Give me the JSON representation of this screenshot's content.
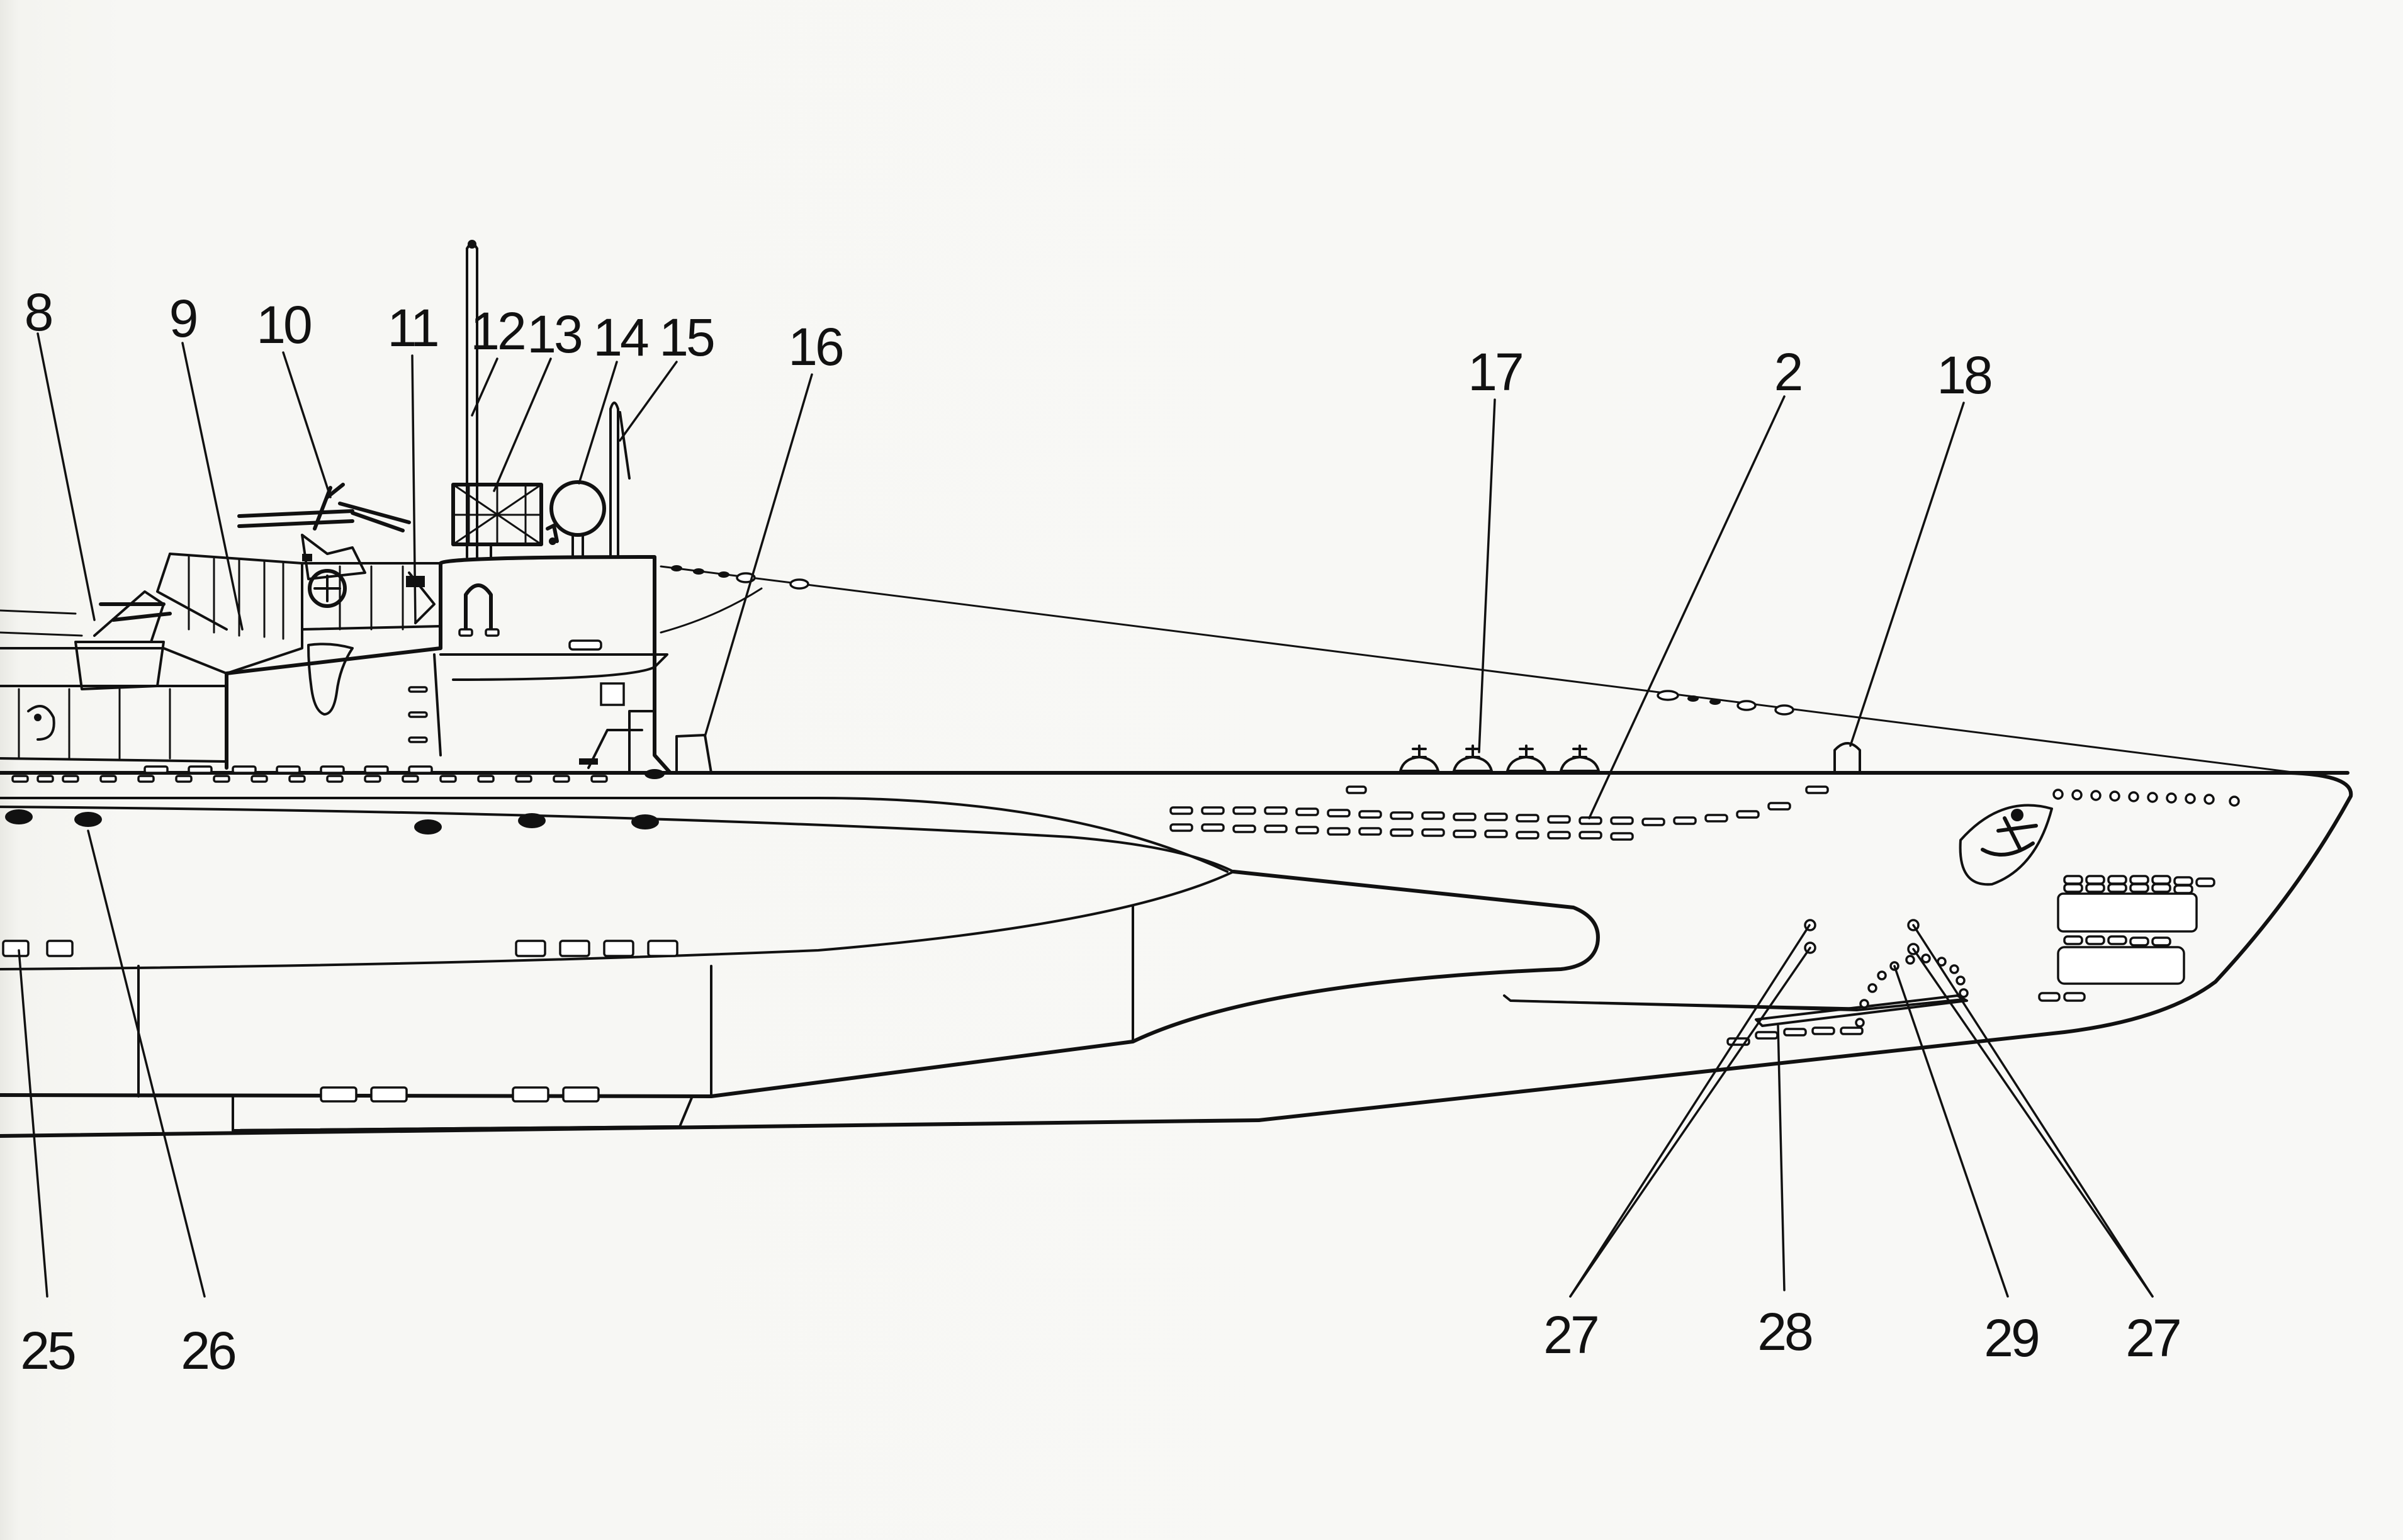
{
  "callouts": [
    {
      "id": "c8",
      "label": "8"
    },
    {
      "id": "c9",
      "label": "9"
    },
    {
      "id": "c10",
      "label": "10"
    },
    {
      "id": "c11",
      "label": "11"
    },
    {
      "id": "c12",
      "label": "12"
    },
    {
      "id": "c13",
      "label": "13"
    },
    {
      "id": "c14",
      "label": "14"
    },
    {
      "id": "c15",
      "label": "15"
    },
    {
      "id": "c16",
      "label": "16"
    },
    {
      "id": "c17",
      "label": "17"
    },
    {
      "id": "c2",
      "label": "2"
    },
    {
      "id": "c18",
      "label": "18"
    },
    {
      "id": "c25",
      "label": "25"
    },
    {
      "id": "c26",
      "label": "26"
    },
    {
      "id": "c27a",
      "label": "27"
    },
    {
      "id": "c28",
      "label": "28"
    },
    {
      "id": "c29",
      "label": "29"
    },
    {
      "id": "c27b",
      "label": "27"
    }
  ]
}
